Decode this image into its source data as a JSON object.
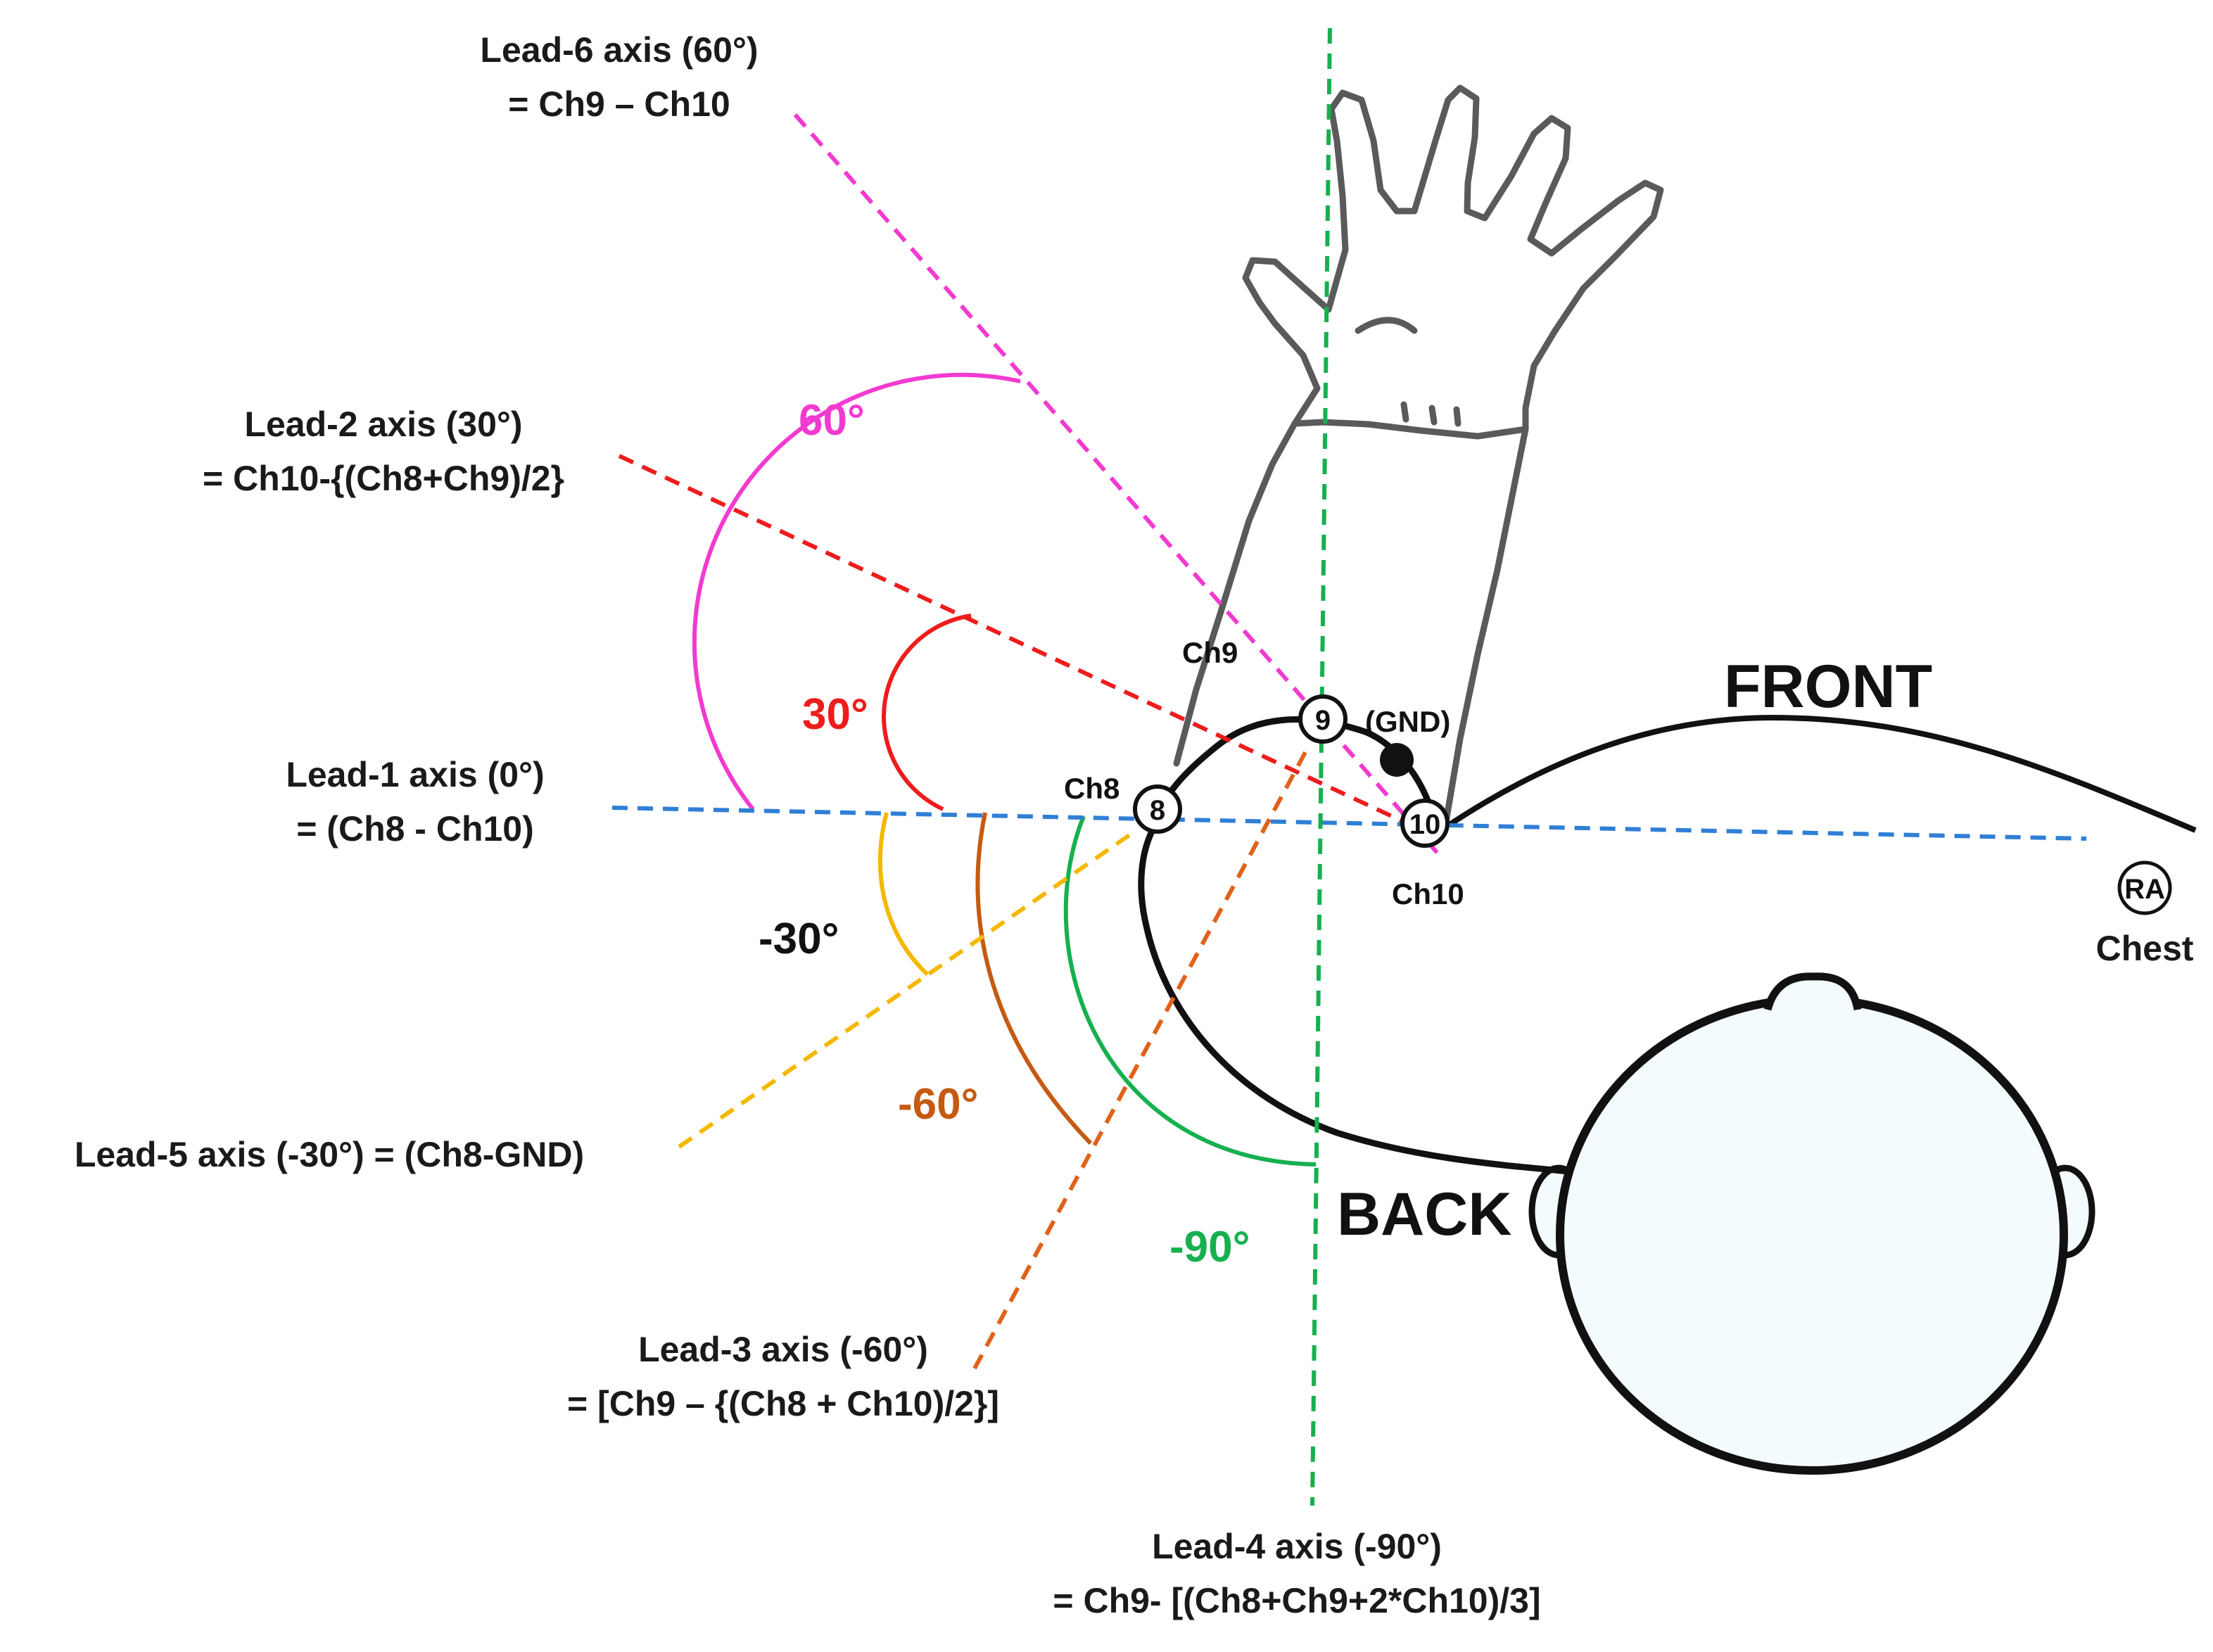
{
  "colors": {
    "lead1": "#2f7fd6",
    "lead2": "#ee1c1c",
    "lead3": "#e0621a",
    "lead4": "#16b04f",
    "lead5": "#f5b800",
    "lead6": "#f23ad0",
    "arc_minus60": "#c55a11",
    "wire": "#111111",
    "skin": "#f4fbff"
  },
  "leads": {
    "lead1": {
      "line1": "Lead-1 axis (0°)",
      "line2": "= (Ch8 - Ch10)"
    },
    "lead2": {
      "line1": "Lead-2 axis (30°)",
      "line2": "= Ch10-{(Ch8+Ch9)/2}"
    },
    "lead3": {
      "line1": "Lead-3 axis (-60°)",
      "line2": "= [Ch9 – {(Ch8 + Ch10)/2}]"
    },
    "lead4": {
      "line1": "Lead-4 axis (-90°)",
      "line2": "= Ch9- [(Ch8+Ch9+2*Ch10)/3]"
    },
    "lead5": {
      "line1": "Lead-5 axis (-30°) = (Ch8-GND)"
    },
    "lead6": {
      "line1": "Lead-6 axis (60°)",
      "line2": "= Ch9 – Ch10"
    }
  },
  "angles": {
    "a60": "60°",
    "a30": "30°",
    "am30": "-30°",
    "am60": "-60°",
    "am90": "-90°"
  },
  "electrodes": {
    "e8": "8",
    "e9": "9",
    "e10": "10",
    "ra": "RA"
  },
  "channel_labels": {
    "ch8": "Ch8",
    "ch9": "Ch9",
    "ch10": "Ch10",
    "gnd": "(GND)",
    "chest": "Chest"
  },
  "orientation": {
    "front": "FRONT",
    "back": "BACK"
  }
}
